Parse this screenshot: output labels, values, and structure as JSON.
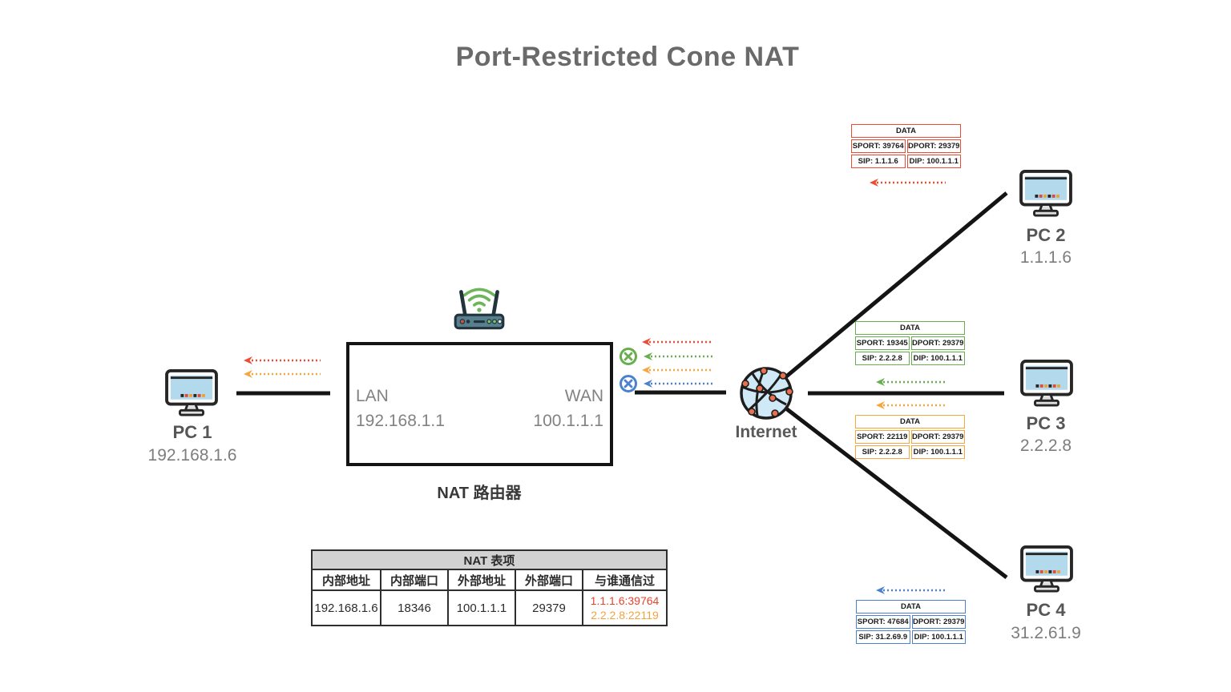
{
  "title": "Port-Restricted Cone NAT",
  "colors": {
    "red": "#ec4b35",
    "green": "#68ae50",
    "orange": "#f5a73d",
    "blue": "#4b81cd",
    "line": "#141414"
  },
  "pcs": [
    {
      "name": "PC 1",
      "ip": "192.168.1.6"
    },
    {
      "name": "PC 2",
      "ip": "1.1.1.6"
    },
    {
      "name": "PC 3",
      "ip": "2.2.2.8"
    },
    {
      "name": "PC 4",
      "ip": "31.2.61.9"
    }
  ],
  "router": {
    "caption": "NAT 路由器",
    "lan_label": "LAN",
    "lan_ip": "192.168.1.1",
    "wan_label": "WAN",
    "wan_ip": "100.1.1.1"
  },
  "internet_label": "Internet",
  "packets": {
    "red": {
      "title": "DATA",
      "sport": "SPORT: 39764",
      "dport": "DPORT: 29379",
      "sip": "SIP: 1.1.1.6",
      "dip": "DIP: 100.1.1.1"
    },
    "green": {
      "title": "DATA",
      "sport": "SPORT: 19345",
      "dport": "DPORT: 29379",
      "sip": "SIP: 2.2.2.8",
      "dip": "DIP: 100.1.1.1"
    },
    "orange": {
      "title": "DATA",
      "sport": "SPORT: 22119",
      "dport": "DPORT: 29379",
      "sip": "SIP: 2.2.2.8",
      "dip": "DIP: 100.1.1.1"
    },
    "blue": {
      "title": "DATA",
      "sport": "SPORT: 47684",
      "dport": "DPORT: 29379",
      "sip": "SIP: 31.2.69.9",
      "dip": "DIP: 100.1.1.1"
    }
  },
  "nat_table": {
    "title": "NAT 表项",
    "headers": [
      "内部地址",
      "内部端口",
      "外部地址",
      "外部端口",
      "与谁通信过"
    ],
    "row": {
      "internal_ip": "192.168.1.6",
      "internal_port": "18346",
      "external_ip": "100.1.1.1",
      "external_port": "29379",
      "peer_red": "1.1.1.6:39764",
      "peer_orange": "2.2.2.8:22119"
    }
  }
}
